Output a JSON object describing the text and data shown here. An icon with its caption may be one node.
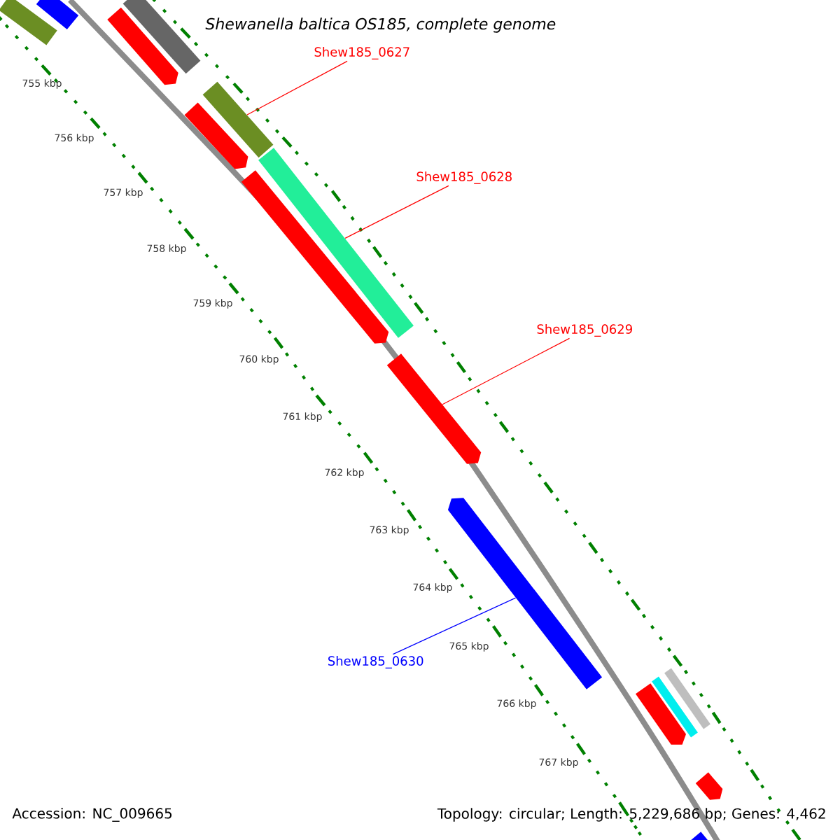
{
  "diagram": {
    "title": "Shewanella baltica OS185, complete genome",
    "nodes": [
      {
        "text": [
          "Shew185_0627"
        ]
      },
      {
        "text": [
          "Shew185_0628"
        ]
      },
      {
        "text": [
          "Shew185_0629"
        ]
      },
      {
        "text": [
          "Shew185_0630"
        ]
      },
      {
        "text": [],
        "shape": "bar"
      },
      {
        "text": [],
        "shape": "bar"
      },
      {
        "text": [],
        "shape": "arrow"
      },
      {
        "text": [],
        "shape": "arrow"
      }
    ],
    "edges": [
      {
        "from": 0,
        "to": 4,
        "arrow": "none"
      },
      {
        "from": 1,
        "to": 5,
        "arrow": "none"
      },
      {
        "from": 2,
        "to": 6,
        "arrow": "none"
      },
      {
        "from": 3,
        "to": 7,
        "arrow": "none",
        "color": "#0000ff"
      }
    ],
    "labels": [
      "755 kbp",
      "756 kbp",
      "757 kbp",
      "758 kbp",
      "759 kbp",
      "760 kbp",
      "761 kbp",
      "762 kbp",
      "763 kbp",
      "764 kbp",
      "765 kbp",
      "766 kbp",
      "767 kbp",
      "Accession: NC_009665",
      "Topology: circular; Length: 5,229,686 bp; Genes: 4,462"
    ]
  }
}
